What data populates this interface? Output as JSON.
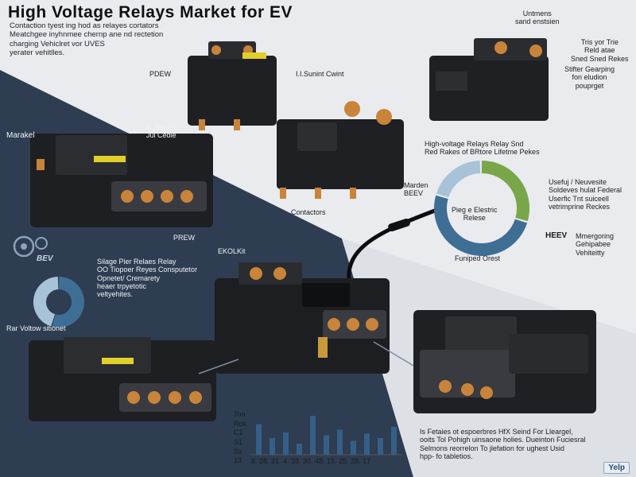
{
  "title": "High Voltage Relays Market for EV",
  "intro": "Contaction tyest ing hod as relayes cortators\nMeatchgee inyhnmee chernp ane nd rectetion\ncharging Vehiclret vor UVES\nyerater vehitlles.",
  "labels": {
    "top_right_note": "Untmens\nsand enstsien",
    "right_note_1": "Tris yor Trie\nReld atae\nSned Sned Rekes",
    "right_note_2": "Stifter Gearping\nfon eludion\npouprget",
    "pdew": "PDEW",
    "cabint": "I.I.Sunint Cwint",
    "market": "Marakel",
    "rater": "R Ster  Pe\n   Jul Cedie",
    "contactors": "Contactors",
    "high_voltage_desc": "High-voltage Relays Relay Snd\nRed Rakes of BRtore Lifetme Pekes",
    "marden_beev": "Marden\nBEEV",
    "donut_center": "Pieg e Elestric\nRelese",
    "funiped": "Funiped Orest",
    "useful_note": "Usefuj / Neuvesite\nSoldeves hulat Federal\nUserfic  Tnt suiceell\nvetrimprine Reckes",
    "heev_label": "HEEV",
    "heev_note": "Mmergoring\nGehipabee Vehiteitty",
    "prew": "PREW",
    "bev": "BEV",
    "stage_note": "Silage Pier Relaes Relay\nOO  Tiopoer Reyes Consputetor\n      Opnetet/ Cremarety\n      heaer trpyetotic\n      veltyehites.",
    "eklkit": "EKOLKit",
    "rar_voltow": "Rar Voltow sitionet",
    "ton_labels": "Ton\nRck\nC1\nS1\nSx\n13",
    "bar_axis": "8. 28. 21.  4. 33. 30.  48.  15. 25. 28. 17",
    "bottom_note": "Is Fetaies ot espoerbres HfX Seind For Lleargel,\nooits Tol Pohigh uinsaone holies.  Dueinton Fuciesral\nSelmons reorrelon To jlefation for ughest Usid\nhpp- fo tabletios.",
    "brand": "Yelp"
  },
  "colors": {
    "dark_panel": "#2e3d52",
    "light_bg": "#e9ebee",
    "donut_green": "#7aa64a",
    "donut_blue": "#3f6e95",
    "donut_light": "#a8c3d8",
    "bar_color": "#355f87",
    "copper": "#c8843a",
    "yellow_label": "#e2d02a"
  },
  "icons": [
    "gear-icon",
    "donut-chart-icon",
    "cable-icon",
    "relay-icon"
  ],
  "chart_data": [
    {
      "type": "pie",
      "slices": [
        {
          "label": "segment-green",
          "value": 30
        },
        {
          "label": "segment-blue",
          "value": 50
        },
        {
          "label": "segment-light",
          "value": 20
        }
      ]
    },
    {
      "type": "pie",
      "slices": [
        {
          "label": "segment-dark",
          "value": 55
        },
        {
          "label": "segment-light",
          "value": 45
        }
      ]
    },
    {
      "type": "bar",
      "categories": [
        "8.",
        "28.",
        "21.",
        "4.",
        "33.",
        "30.",
        "48.",
        "15.",
        "25.",
        "28.",
        "17"
      ],
      "values": [
        55,
        30,
        40,
        20,
        70,
        35,
        45,
        25,
        38,
        30,
        50
      ],
      "ylim": [
        0,
        80
      ]
    }
  ]
}
